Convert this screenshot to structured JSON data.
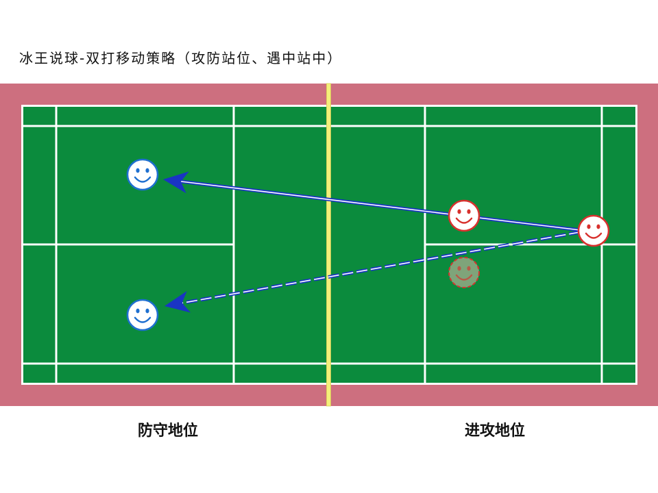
{
  "title": "冰王说球-双打移动策略（攻防站位、遇中站中）",
  "labels": {
    "defense_position": "防守地位",
    "attack_position": "进攻地位"
  },
  "icons": {
    "player": "smiley-face-icon",
    "movement": "arrow-icon"
  },
  "colors": {
    "background": "#ffffff",
    "court_surround": "#cd6f7f",
    "court_surface": "#0b8b3d",
    "court_lines": "#ffffff",
    "net": "#f4ef7a",
    "defense_player": "#1e6fd0",
    "attack_player": "#d8312e",
    "attack_player_former_fill": "#7fa47a",
    "movement_arrow": "#1a34c4",
    "text": "#111111"
  }
}
